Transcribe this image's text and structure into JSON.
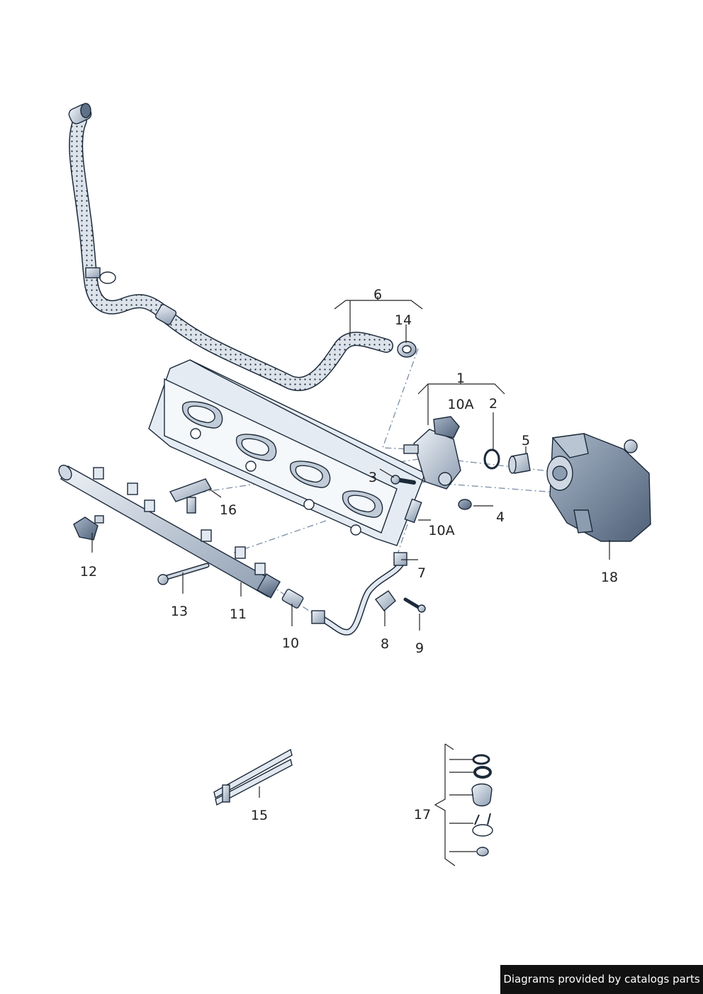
{
  "callouts": {
    "c1": "1",
    "c2": "2",
    "c3": "3",
    "c4": "4",
    "c5": "5",
    "c6": "6",
    "c7": "7",
    "c8": "8",
    "c9": "9",
    "c10": "10",
    "c10a_top": "10A",
    "c10a_bottom": "10A",
    "c11": "11",
    "c12": "12",
    "c13": "13",
    "c14": "14",
    "c15": "15",
    "c16": "16",
    "c17": "17",
    "c18": "18"
  },
  "footer": {
    "text": "Diagrams provided by catalogs parts"
  },
  "colors": {
    "line": "#1c2a3a",
    "fill_light": "#e2e8f0",
    "fill_mid": "#a9b7c8",
    "fill_dark": "#5f7187",
    "footer_bg": "#111111"
  }
}
